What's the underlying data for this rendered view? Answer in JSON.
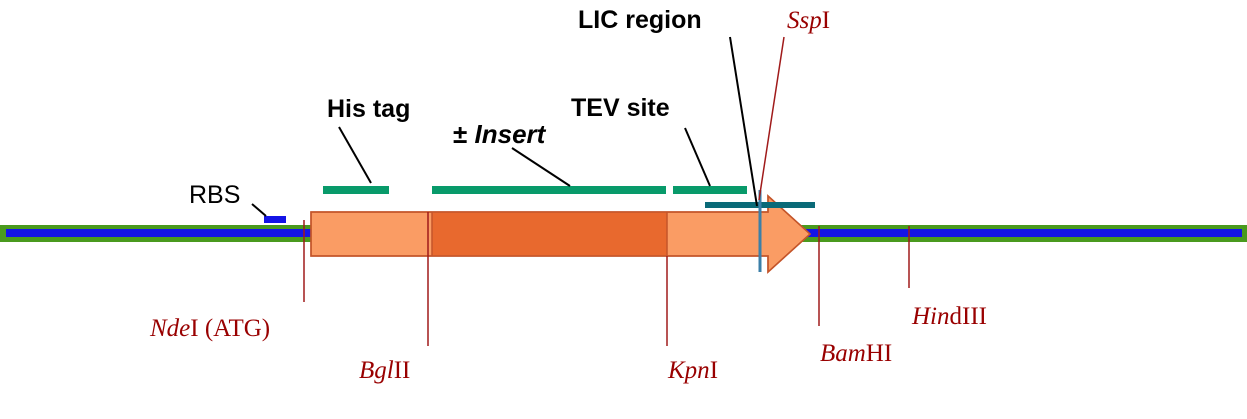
{
  "colors": {
    "backbone_outer": "#4a9a1e",
    "backbone_inner": "#1414e6",
    "feature_bar": "#089a6a",
    "lic_bar": "#0a6a78",
    "orf_fill": "#fa9c64",
    "orf_stroke": "#c4552a",
    "insert_fill": "#e8692e",
    "enzyme_line": "#a01a1a",
    "enzyme_text": "#990000",
    "pointer": "#000000",
    "lic_marker": "#3b7fa8"
  },
  "labels": {
    "lic_region": "LIC region",
    "his_tag": "His tag",
    "tev_site": "TEV site",
    "insert_prefix": "± ",
    "insert_name": "Insert",
    "rbs": "RBS"
  },
  "enzymes": {
    "ndeI": {
      "italic": "Nde",
      "plain": "I (ATG)"
    },
    "bglII": {
      "italic": "Bgl",
      "plain": "II"
    },
    "kpnI": {
      "italic": "Kpn",
      "plain": "I"
    },
    "bamHI": {
      "italic": "Bam",
      "plain": "HI"
    },
    "hindIII": {
      "italic": "Hin",
      "plain": "dIII"
    },
    "sspI": {
      "italic": "Ssp",
      "plain": "I"
    }
  }
}
